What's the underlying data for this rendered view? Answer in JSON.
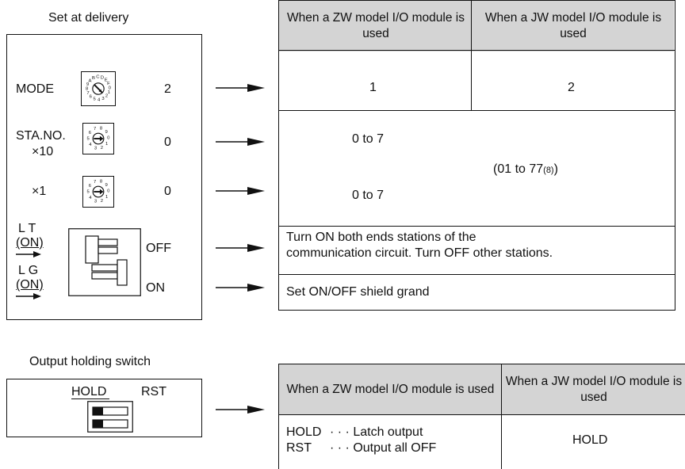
{
  "delivery": {
    "heading": "Set at delivery",
    "mode_label": "MODE",
    "mode_value": "2",
    "sta_label_1": "STA.NO.",
    "sta_label_2": "×10",
    "sta_value": "0",
    "x1_label": "×1",
    "x1_value": "0",
    "lt_label_top": "L T",
    "lt_label_on": "(ON)",
    "lt_value": "OFF",
    "lg_label_top": "L G",
    "lg_label_on": "(ON)",
    "lg_value": "ON",
    "mode_dial_glyphs": "9ABCDEF012345678",
    "dec_dial_glyphs": "7890123456"
  },
  "table1": {
    "col1": "When a ZW model I/O module is used",
    "col2": "When a JW model I/O module is used",
    "mode_zw": "1",
    "mode_jw": "2",
    "sta_zw": "0 to 7",
    "x1_zw": "0 to 7",
    "jw_range": "(01 to 77",
    "jw_range_sub": "(8)",
    "jw_range_close": ")",
    "lt_desc_1": "Turn ON both ends stations of the",
    "lt_desc_2": "communication circuit. Turn OFF other stations.",
    "lg_desc": "Set ON/OFF shield grand"
  },
  "output": {
    "heading": "Output holding switch",
    "hold": "HOLD",
    "rst": "RST"
  },
  "table2": {
    "col1": "When a ZW model I/O module is used",
    "col2": "When a JW model I/O module is used",
    "hold_label": "HOLD",
    "hold_desc": "· · · Latch output",
    "rst_label": "RST",
    "rst_desc": "· · · Output all OFF",
    "jw_value": "HOLD"
  }
}
